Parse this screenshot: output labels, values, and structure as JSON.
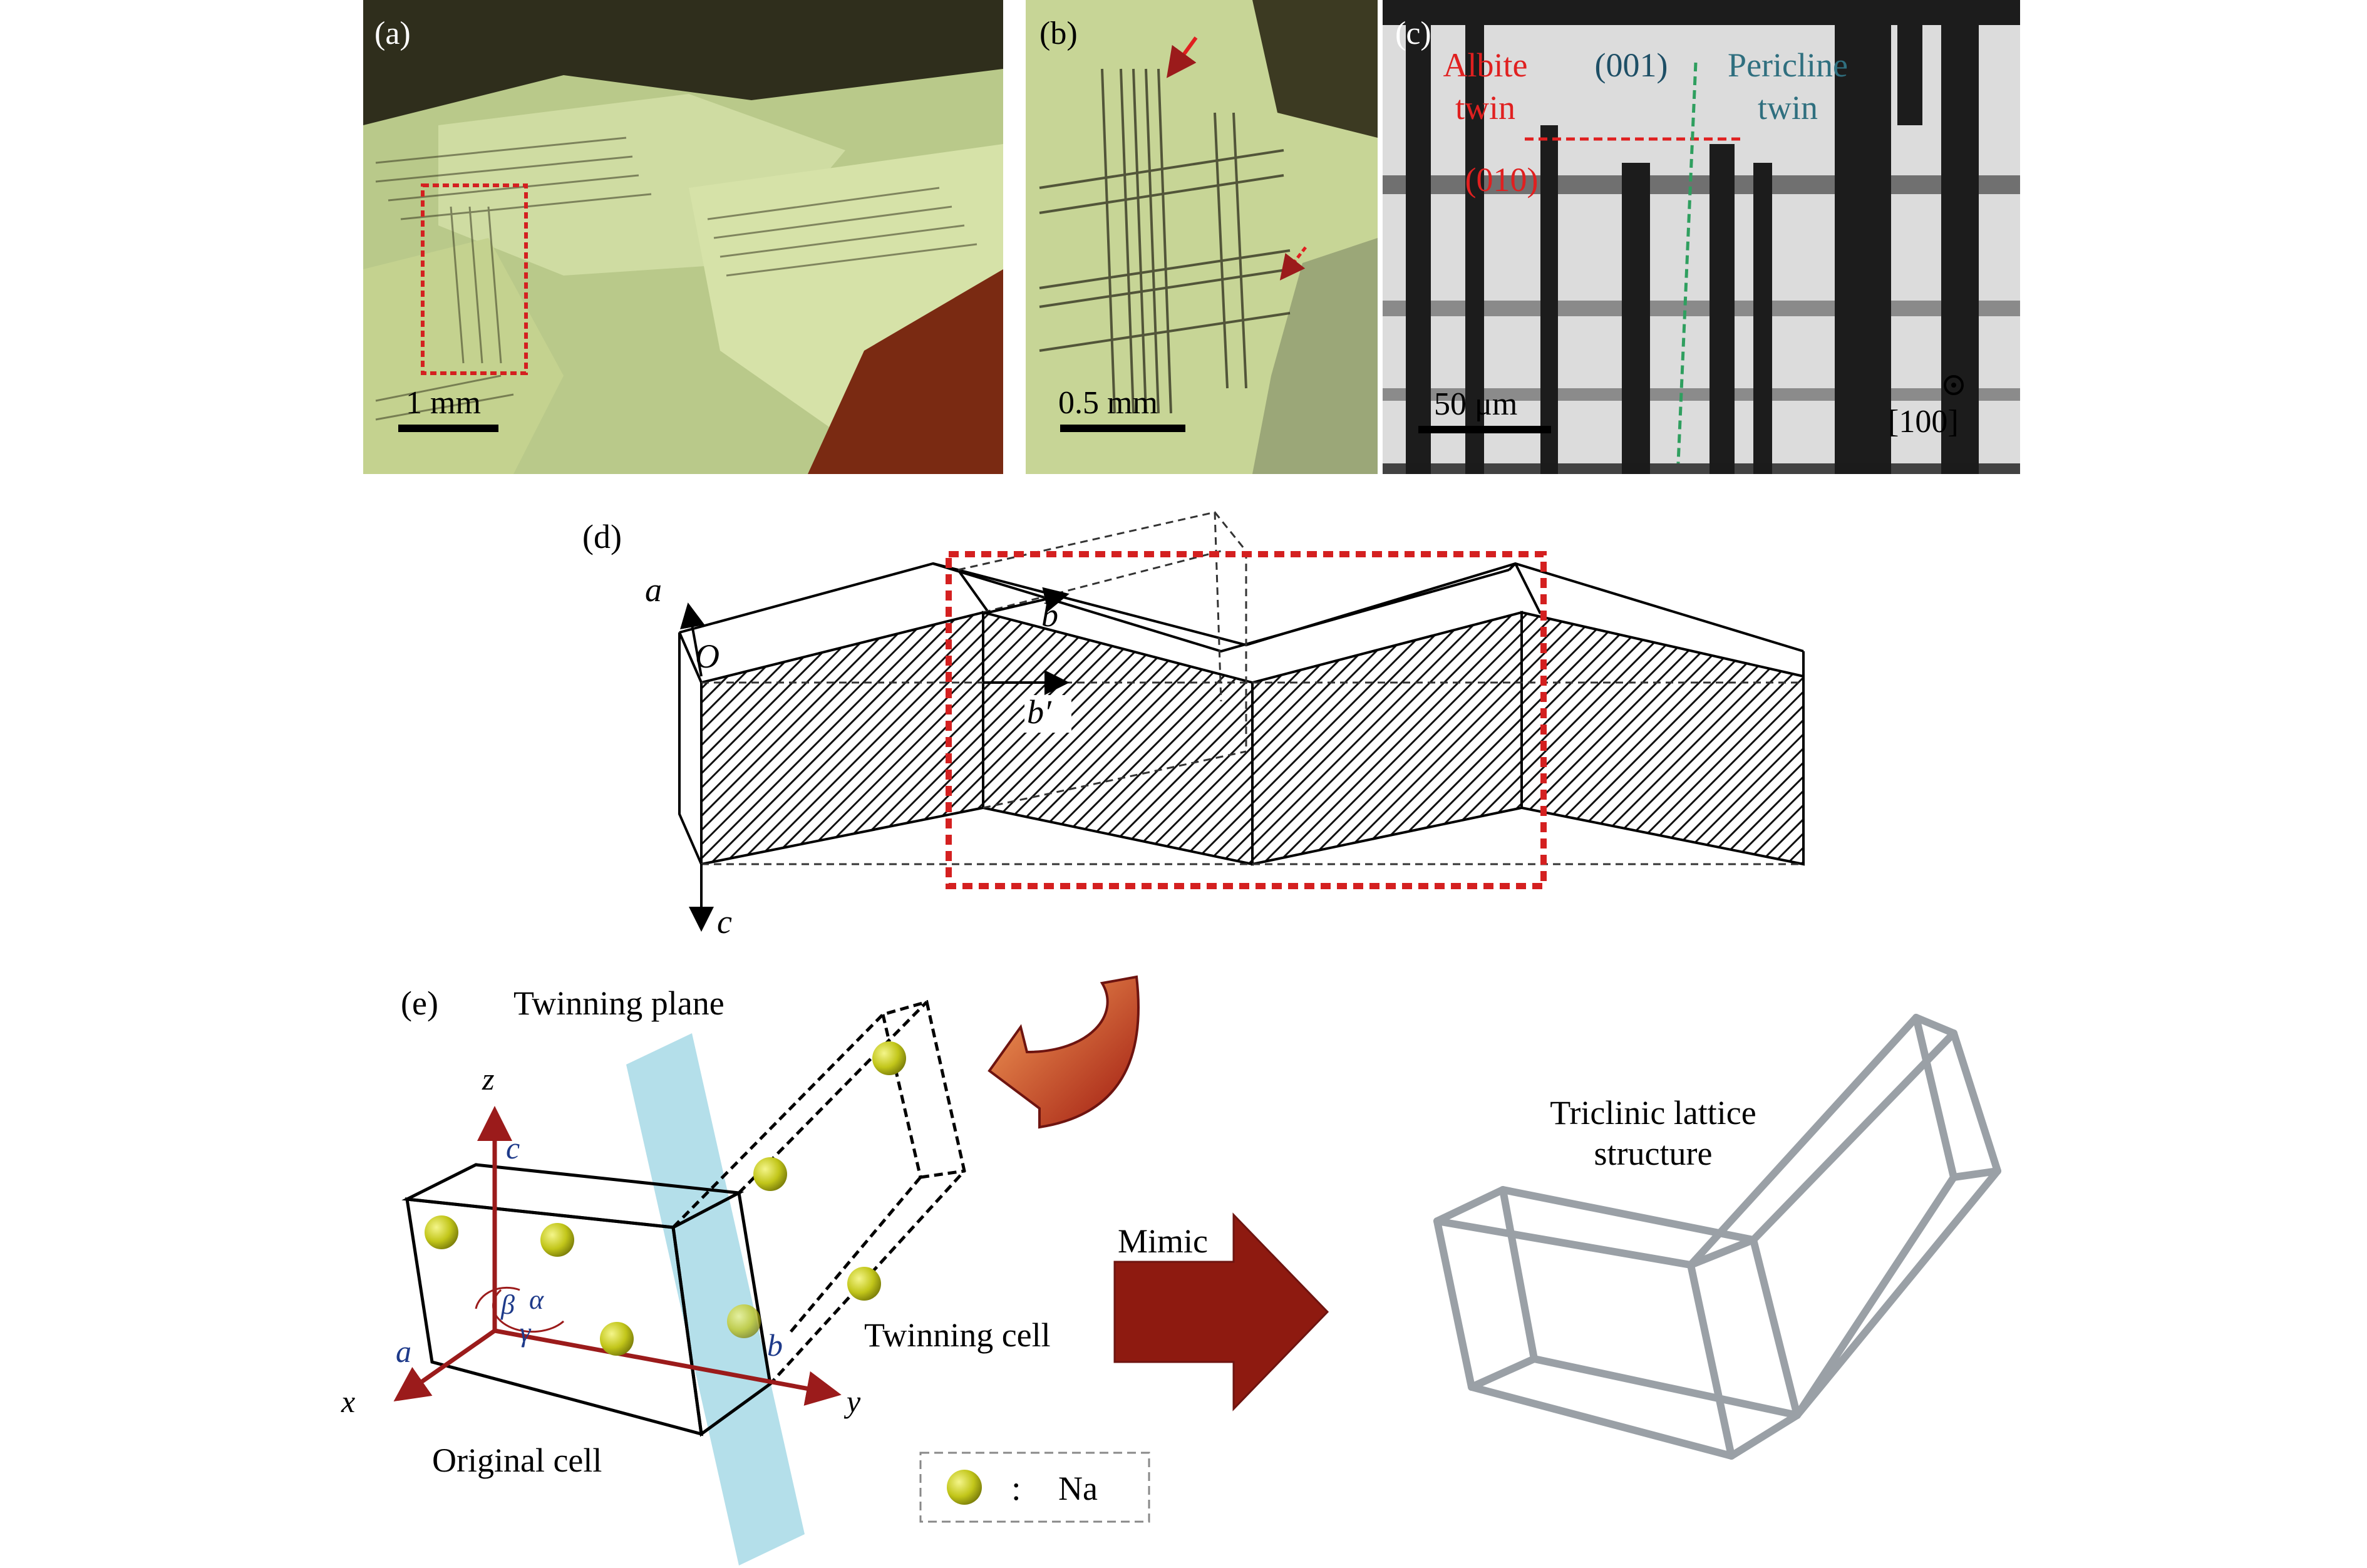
{
  "panels": {
    "a": {
      "label": "(a)",
      "scale_text": "1 mm"
    },
    "b": {
      "label": "(b)",
      "scale_text": "0.5 mm"
    },
    "c": {
      "label": "(c)",
      "albite_line1": "Albite",
      "albite_line2": "twin",
      "plane_001": "(001)",
      "pericline_line1": "Pericline",
      "pericline_line2": "twin",
      "plane_010": "(010)",
      "scale_text": "50 μm",
      "direction_text": "[100]"
    },
    "d": {
      "label": "(d)",
      "axis_a": "a",
      "axis_b": "b",
      "axis_b_prime": "b′",
      "axis_c": "c",
      "origin": "O"
    },
    "e": {
      "label": "(e)",
      "twinning_plane": "Twinning plane",
      "axis_z": "z",
      "axis_c": "c",
      "axis_x": "x",
      "axis_a": "a",
      "axis_y": "y",
      "axis_b": "b",
      "angle_alpha": "α",
      "angle_beta": "β",
      "angle_gamma": "γ",
      "original_cell": "Original cell",
      "twinning_cell": "Twinning cell",
      "mimic": "Mimic",
      "triclinic_line1": "Triclinic lattice",
      "triclinic_line2": "structure",
      "legend_separator": ":",
      "legend_label": "Na"
    }
  },
  "colors": {
    "photo_green": "#c9d89a",
    "photo_dark": "#3a3a22",
    "photo_brown": "#7a2a12",
    "sem_light": "#dcdcdc",
    "sem_dark": "#1c1c1c",
    "red_annot": "#e02020",
    "teal_annot": "#2f6f7f",
    "dashed_red_box": "#d42020",
    "axis_arrow": "#9b1b1b",
    "twinning_plane": "#a7d9e6",
    "na_atom": "#c2c61a",
    "big_arrow": "#8e1a10",
    "curved_arrow_light": "#f08030",
    "lattice_gray": "#9aa0a6"
  }
}
